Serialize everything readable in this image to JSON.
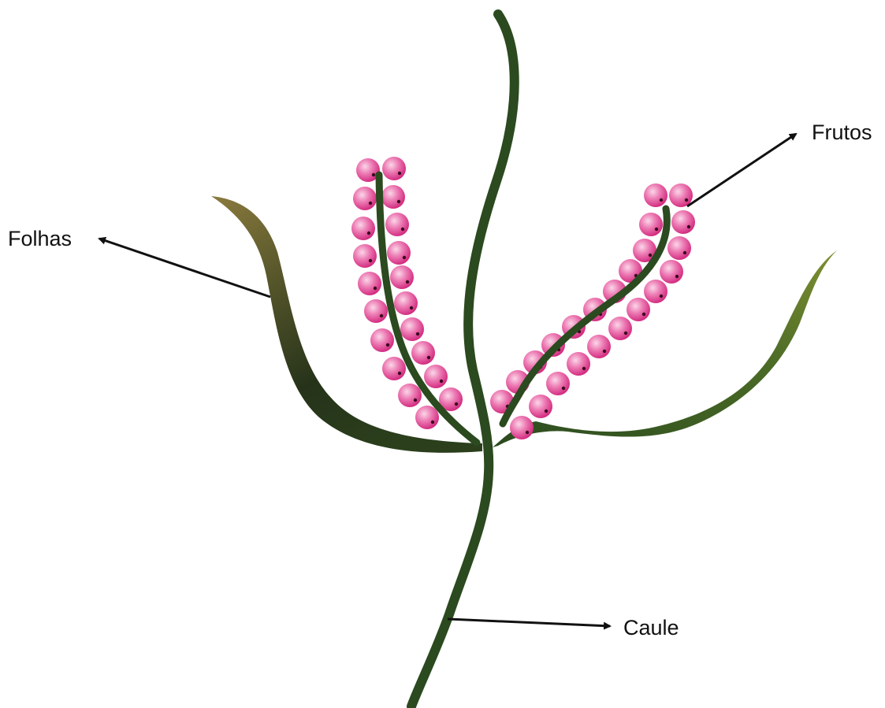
{
  "labels": {
    "frutos": "Frutos",
    "folhas": "Folhas",
    "caule": "Caule"
  },
  "colors": {
    "stem": "#2b4a1f",
    "stem_dark": "#23401a",
    "leaf_tip_left": "#7a6a36",
    "leaf_tip_right": "#6f7f2c",
    "fruit_light": "#f6bcd9",
    "fruit": "#e3559b",
    "fruit_dark": "#c9186f",
    "fruit_dot": "#3a0a1e",
    "arrow": "#111111"
  }
}
